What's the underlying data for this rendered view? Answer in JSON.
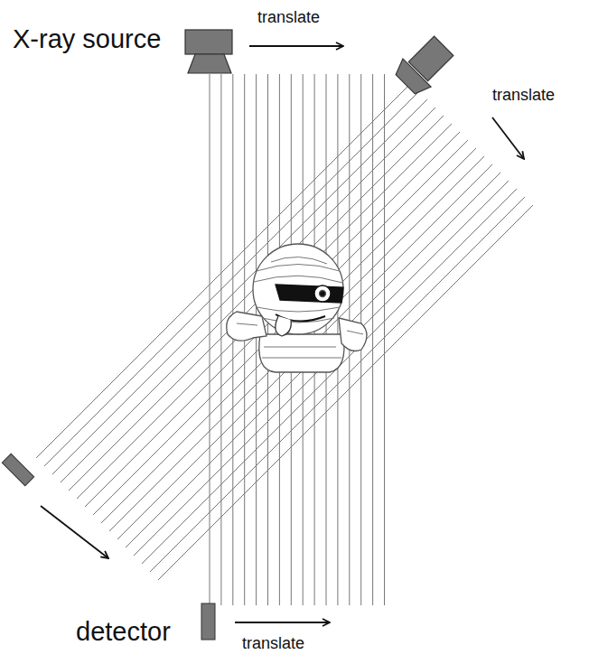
{
  "diagram": {
    "labels": [
      "X-ray source",
      "translate",
      "translate",
      "detector",
      "translate"
    ]
  }
}
